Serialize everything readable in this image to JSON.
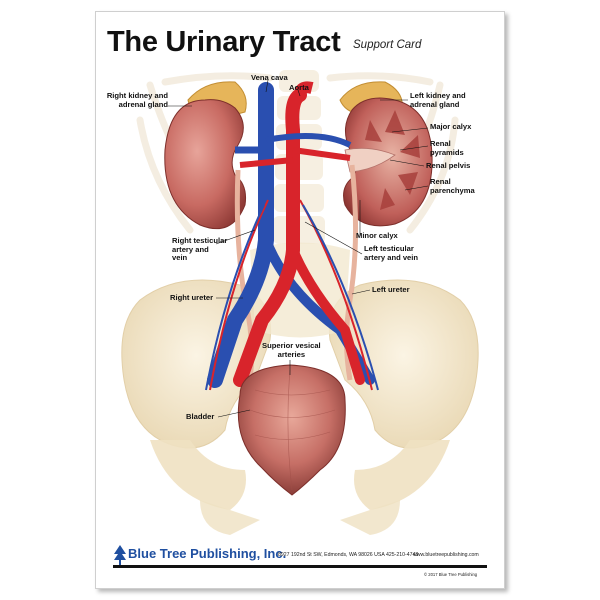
{
  "title": "The Urinary Tract",
  "subtitle": "Support Card",
  "labels": {
    "vena_cava": "Vena cava",
    "aorta": "Aorta",
    "right_kidney": "Right kidney and\nadrenal gland",
    "left_kidney": "Left kidney and\nadrenal gland",
    "major_calyx": "Major calyx",
    "renal_pyramids": "Renal\npyramids",
    "renal_pelvis": "Renal pelvis",
    "renal_parenchyma": "Renal\nparenchyma",
    "minor_calyx": "Minor calyx",
    "right_testicular": "Right testicular\nartery and\nvein",
    "left_testicular": "Left testicular\nartery and vein",
    "right_ureter": "Right ureter",
    "left_ureter": "Left ureter",
    "superior_vesical": "Superior vesical\narteries",
    "bladder": "Bladder"
  },
  "footer": {
    "publisher": "Blue Tree Publishing, Inc.",
    "address": "8927 192nd St SW, Edmonds, WA 98026 USA 425-210-4743",
    "website": "www.bluetreepublishing.com",
    "copyright": "© 2017 Blue Tree Publishing"
  },
  "colors": {
    "artery": "#d8242b",
    "vein": "#2a4fb0",
    "kidney": "#c0605a",
    "bone": "#f0e3c6",
    "brand": "#1f4fa0"
  }
}
